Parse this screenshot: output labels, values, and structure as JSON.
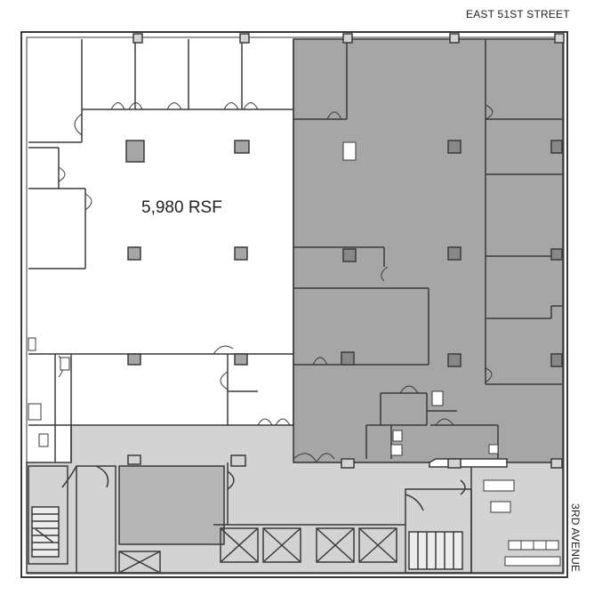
{
  "labels": {
    "street": "EAST 51ST STREET",
    "avenue": "3RD AVENUE",
    "available_area": "5,980 RSF"
  },
  "colors": {
    "available": "#ffffff",
    "occupied": "#a6a6a6",
    "core": "#d3d3d3",
    "wall": "#3a3a3a"
  },
  "icons": [
    "stair-icon",
    "elevator-icon",
    "restroom-fixture-icon",
    "column-icon"
  ]
}
